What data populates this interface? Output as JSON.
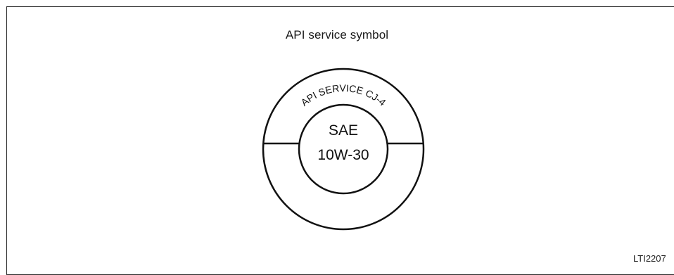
{
  "title": "API service symbol",
  "symbol": {
    "ring_text": "API SERVICE CJ-4",
    "center_line1": "SAE",
    "center_line2": "10W-30"
  },
  "reference_code": "LTI2207"
}
